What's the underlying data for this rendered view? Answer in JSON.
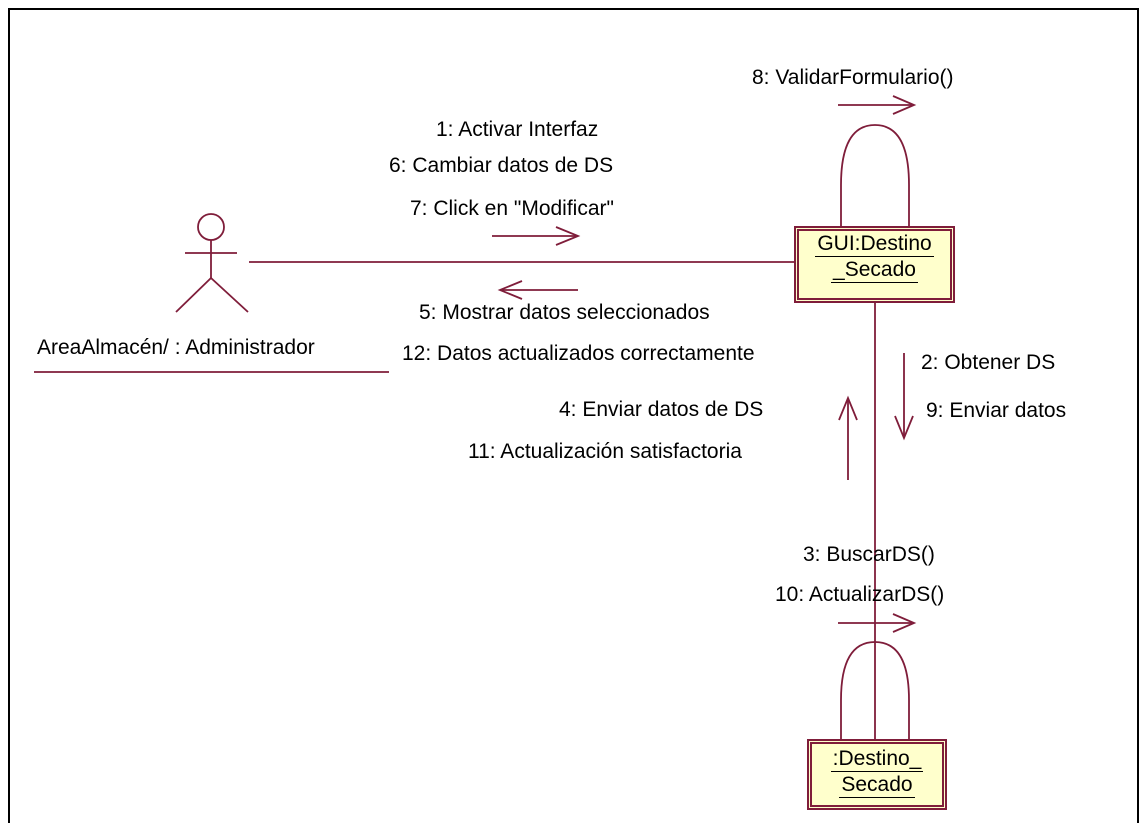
{
  "actor": {
    "name": "AreaAlmacén/ : Administrador"
  },
  "objects": [
    {
      "line1": "GUI:Destino",
      "line2": "_Secado"
    },
    {
      "line1": ":Destino_",
      "line2": "Secado"
    }
  ],
  "messages": {
    "m1": "1: Activar Interfaz",
    "m2": "2: Obtener DS",
    "m3": "3: BuscarDS()",
    "m4": "4: Enviar datos de DS",
    "m5": "5: Mostrar datos seleccionados",
    "m6": "6: Cambiar datos de DS",
    "m7": "7: Click en \"Modificar\"",
    "m8": "8: ValidarFormulario()",
    "m9": "9: Enviar datos",
    "m10": "10: ActualizarDS()",
    "m11": "11: Actualización satisfactoria",
    "m12": "12: Datos actualizados correctamente"
  },
  "colors": {
    "line": "#7f1d3a",
    "object_fill": "#ffffcc",
    "frame": "#000000"
  }
}
